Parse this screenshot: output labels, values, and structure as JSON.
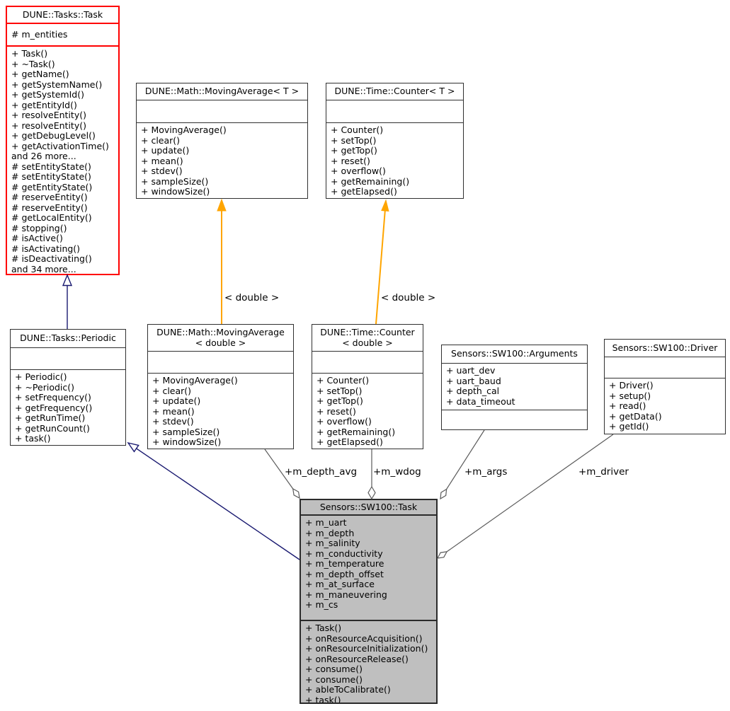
{
  "classes": [
    {
      "name": "DUNE::Tasks::Task",
      "attributes": [
        "# m_entities"
      ],
      "methods": [
        "+ Task()",
        "+ ~Task()",
        "+ getName()",
        "+ getSystemName()",
        "+ getSystemId()",
        "+ getEntityId()",
        "+ resolveEntity()",
        "+ resolveEntity()",
        "+ getDebugLevel()",
        "+ getActivationTime()",
        "and 26 more...",
        "# setEntityState()",
        "# setEntityState()",
        "# getEntityState()",
        "# reserveEntity()",
        "# reserveEntity()",
        "# getLocalEntity()",
        "# stopping()",
        "# isActive()",
        "# isActivating()",
        "# isDeactivating()",
        "and 34 more..."
      ]
    },
    {
      "name": "DUNE::Math::MovingAverage< T >",
      "attributes": [],
      "methods": [
        "+ MovingAverage()",
        "+ clear()",
        "+ update()",
        "+ mean()",
        "+ stdev()",
        "+ sampleSize()",
        "+ windowSize()"
      ]
    },
    {
      "name": "DUNE::Time::Counter< T >",
      "attributes": [],
      "methods": [
        "+ Counter()",
        "+ setTop()",
        "+ getTop()",
        "+ reset()",
        "+ overflow()",
        "+ getRemaining()",
        "+ getElapsed()"
      ]
    },
    {
      "name": "DUNE::Tasks::Periodic",
      "attributes": [],
      "methods": [
        "+ Periodic()",
        "+ ~Periodic()",
        "+ setFrequency()",
        "+ getFrequency()",
        "+ getRunTime()",
        "+ getRunCount()",
        "+ task()"
      ]
    },
    {
      "name": "DUNE::Math::MovingAverage\n< double >",
      "attributes": [],
      "methods": [
        "+ MovingAverage()",
        "+ clear()",
        "+ update()",
        "+ mean()",
        "+ stdev()",
        "+ sampleSize()",
        "+ windowSize()"
      ]
    },
    {
      "name": "DUNE::Time::Counter\n< double >",
      "attributes": [],
      "methods": [
        "+ Counter()",
        "+ setTop()",
        "+ getTop()",
        "+ reset()",
        "+ overflow()",
        "+ getRemaining()",
        "+ getElapsed()"
      ]
    },
    {
      "name": "Sensors::SW100::Arguments",
      "attributes": [
        "+ uart_dev",
        "+ uart_baud",
        "+ depth_cal",
        "+ data_timeout"
      ],
      "methods": []
    },
    {
      "name": "Sensors::SW100::Driver",
      "attributes": [],
      "methods": [
        "+ Driver()",
        "+ setup()",
        "+ read()",
        "+ getData()",
        "+ getId()"
      ]
    },
    {
      "name": "Sensors::SW100::Task",
      "attributes": [
        "+ m_uart",
        "+ m_depth",
        "+ m_salinity",
        "+ m_conductivity",
        "+ m_temperature",
        "+ m_depth_offset",
        "+ m_at_surface",
        "+ m_maneuvering",
        "+ m_cs"
      ],
      "methods": [
        "+ Task()",
        "+ onResourceAcquisition()",
        "+ onResourceInitialization()",
        "+ onResourceRelease()",
        "+ consume()",
        "+ consume()",
        "+ ableToCalibrate()",
        "+ task()"
      ]
    }
  ],
  "edge_labels": {
    "template_movingaverage": "< double >",
    "template_counter": "< double >",
    "m_depth_avg": "+m_depth_avg",
    "m_wdog": "+m_wdog",
    "m_args": "+m_args",
    "m_driver": "+m_driver"
  },
  "colors": {
    "template_edge": "#ffa500",
    "inheritance_edge": "#191970",
    "aggregation_edge": "#5a5a5a",
    "highlight_border": "#ff0000",
    "highlight_fill": "#bfbfbf",
    "box_border": "#303030",
    "background": "#ffffff"
  }
}
